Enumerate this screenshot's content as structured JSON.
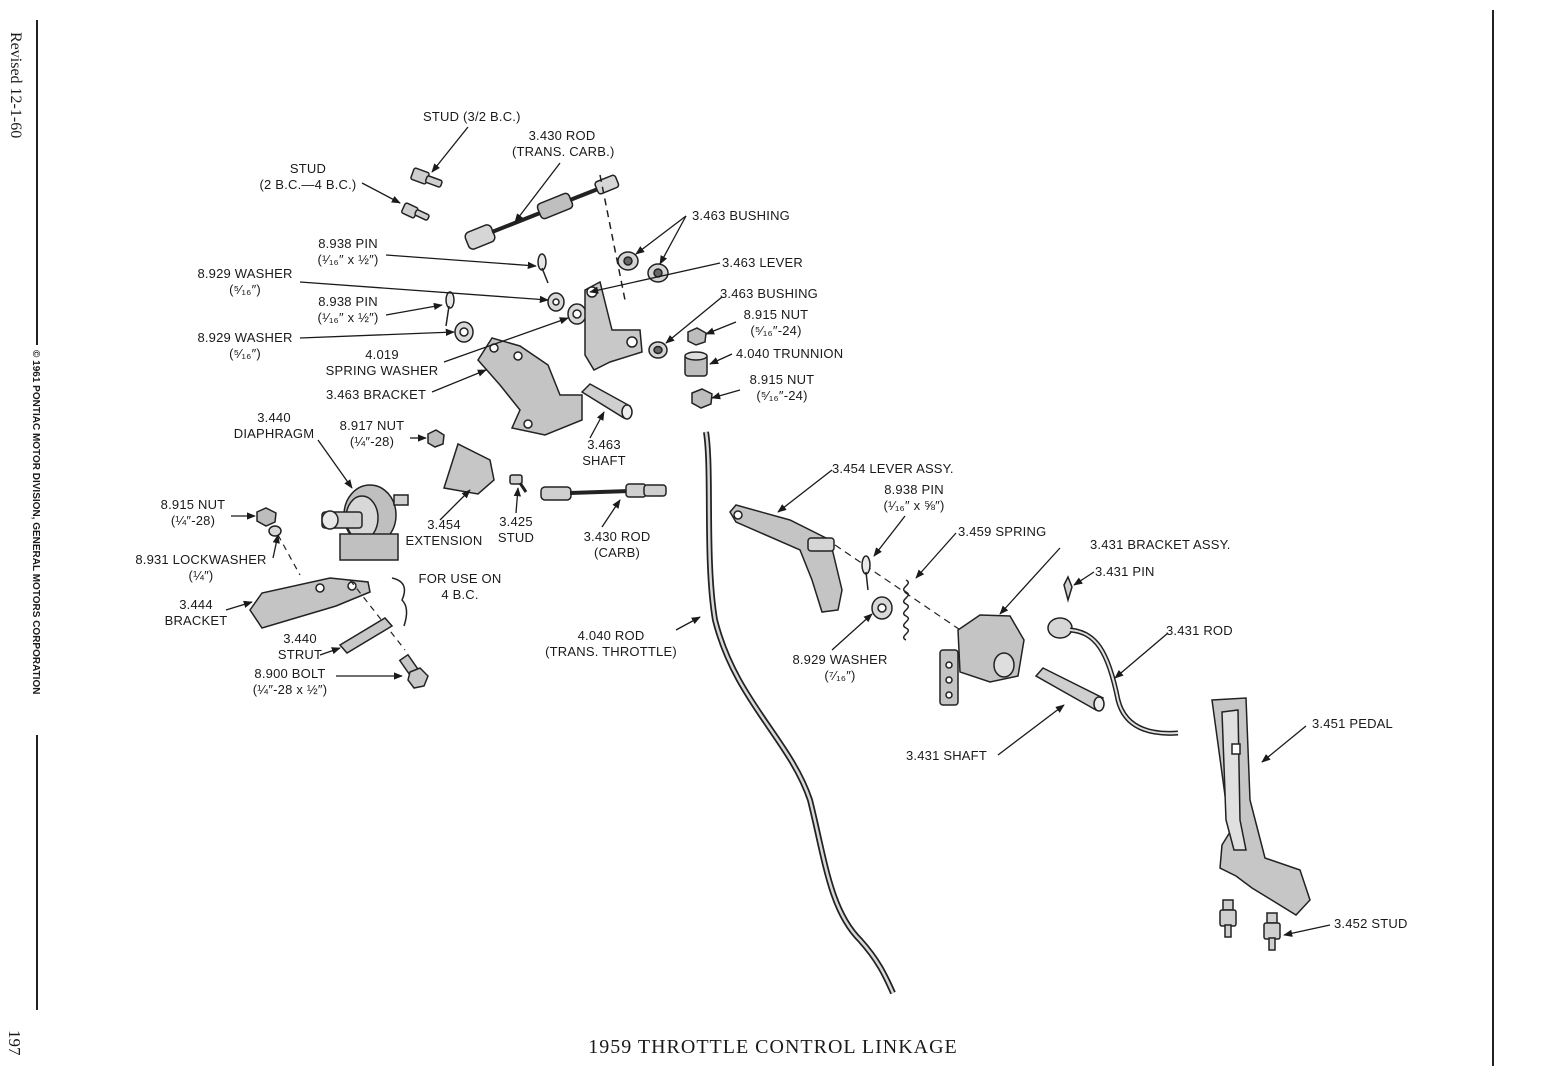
{
  "side": {
    "revised": "Revised 12-1-60",
    "copyright": "© 1961 PONTIAC MOTOR DIVISION, GENERAL MOTORS CORPORATION",
    "page_number": "197"
  },
  "title": "1959 THROTTLE CONTROL LINKAGE",
  "labels": {
    "stud_32bc": "STUD (3/2 B.C.)",
    "rod_3430_a": "3.430 ROD",
    "rod_3430_a_sub": "(TRANS. CARB.)",
    "stud_2bc": "STUD",
    "stud_2bc_sub": "(2 B.C.—4 B.C.)",
    "bushing_3463_a": "3.463 BUSHING",
    "pin_8938_a": "8.938 PIN",
    "pin_8938_a_sub": "(¹⁄₁₆″ x ½″)",
    "lever_3463": "3.463 LEVER",
    "washer_8929_a": "8.929 WASHER",
    "washer_8929_a_sub": "(⁵⁄₁₆″)",
    "bushing_3463_b": "3.463 BUSHING",
    "pin_8938_b": "8.938 PIN",
    "pin_8938_b_sub": "(¹⁄₁₆″ x ½″)",
    "nut_8915_a": "8.915 NUT",
    "nut_8915_a_sub": "(⁵⁄₁₆″-24)",
    "washer_8929_b": "8.929 WASHER",
    "washer_8929_b_sub": "(⁵⁄₁₆″)",
    "spring_washer_num": "4.019",
    "spring_washer": "SPRING WASHER",
    "trunnion_4040": "4.040 TRUNNION",
    "bracket_3463": "3.463 BRACKET",
    "nut_8915_b": "8.915 NUT",
    "nut_8915_b_sub": "(⁵⁄₁₆″-24)",
    "diaphragm_num": "3.440",
    "diaphragm": "DIAPHRAGM",
    "nut_8917": "8.917 NUT",
    "nut_8917_sub": "(¼″-28)",
    "shaft_3463_num": "3.463",
    "shaft_3463": "SHAFT",
    "lever_assy_3454": "3.454 LEVER ASSY.",
    "nut_8915_c": "8.915 NUT",
    "nut_8915_c_sub": "(¼″-28)",
    "pin_8938_c": "8.938 PIN",
    "pin_8938_c_sub": "(¹⁄₁₆″ x ⅝″)",
    "extension_num": "3.454",
    "extension": "EXTENSION",
    "stud_3425_num": "3.425",
    "stud_3425": "STUD",
    "rod_3430_b": "3.430 ROD",
    "rod_3430_b_sub": "(CARB)",
    "spring_3459": "3.459 SPRING",
    "bracket_assy_3431": "3.431 BRACKET ASSY.",
    "lockwasher_8931": "8.931 LOCKWASHER",
    "lockwasher_8931_sub": "(¼″)",
    "pin_3431": "3.431 PIN",
    "for_use_on": "FOR USE ON",
    "for_use_on_sub": "4 B.C.",
    "bracket_3444_num": "3.444",
    "bracket_3444": "BRACKET",
    "rod_4040": "4.040 ROD",
    "rod_4040_sub": "(TRANS. THROTTLE)",
    "rod_3431": "3.431 ROD",
    "strut_num": "3.440",
    "strut": "STRUT",
    "washer_8929_c": "8.929 WASHER",
    "washer_8929_c_sub": "(⁷⁄₁₆″)",
    "bolt_8900": "8.900 BOLT",
    "bolt_8900_sub": "(¼″-28 x ½″)",
    "pedal_3451": "3.451 PEDAL",
    "shaft_3431": "3.431 SHAFT",
    "stud_3452": "3.452 STUD"
  }
}
